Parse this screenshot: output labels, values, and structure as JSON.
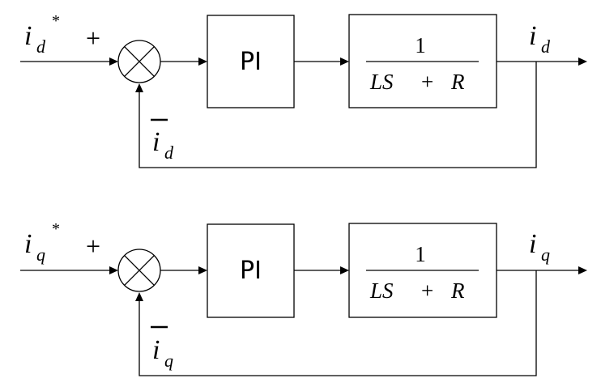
{
  "loops": [
    {
      "id": "d",
      "reference": {
        "symbol": "i",
        "subscript": "d",
        "superscript": "*"
      },
      "plus_sign": "+",
      "controller_label": "PI",
      "plant": {
        "numerator": "1",
        "den_term1": "LS",
        "den_op": "+",
        "den_term2": "R"
      },
      "output": {
        "symbol": "i",
        "subscript": "d"
      },
      "feedback": {
        "symbol": "i",
        "subscript": "d"
      }
    },
    {
      "id": "q",
      "reference": {
        "symbol": "i",
        "subscript": "q",
        "superscript": "*"
      },
      "plus_sign": "+",
      "controller_label": "PI",
      "plant": {
        "numerator": "1",
        "den_term1": "LS",
        "den_op": "+",
        "den_term2": "R"
      },
      "output": {
        "symbol": "i",
        "subscript": "q"
      },
      "feedback": {
        "symbol": "i",
        "subscript": "q"
      }
    }
  ]
}
